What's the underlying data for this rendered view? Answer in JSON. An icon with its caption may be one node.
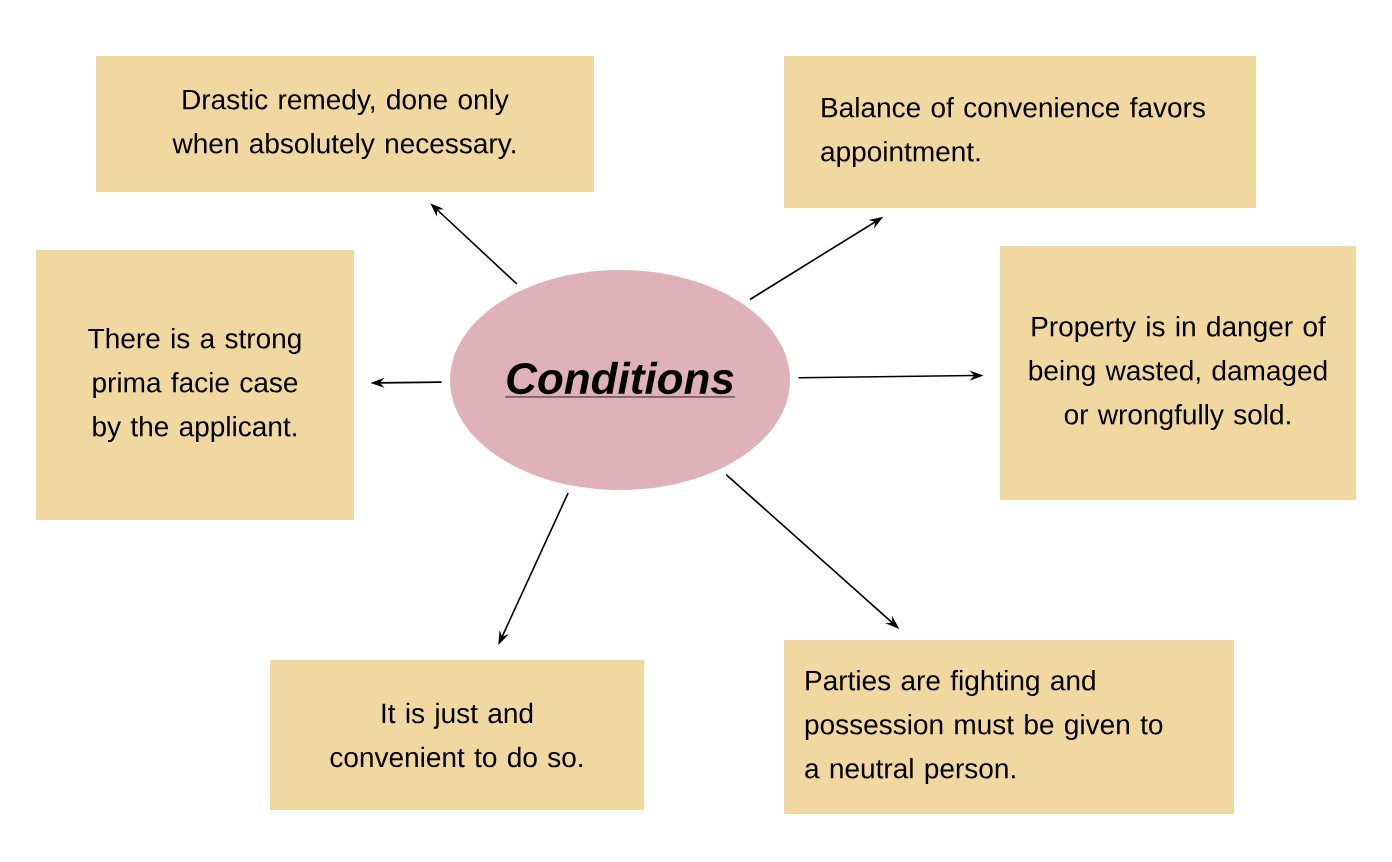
{
  "diagram": {
    "nodes": [
      {
        "text": [
          "Drastic remedy, done only when absolutely necessary."
        ]
      },
      {
        "text": [
          "Balance of convenience favors appointment."
        ]
      },
      {
        "text": [
          "There is a strong prima facie case by the applicant."
        ]
      },
      {
        "text": [
          "Conditions"
        ]
      },
      {
        "text": [
          "Property is in danger of being wasted, damaged or wrongfully sold."
        ]
      },
      {
        "text": [
          "It is just and convenient to do so."
        ]
      },
      {
        "text": [
          "Parties are fighting and possession must be given to a neutral person."
        ]
      }
    ],
    "edges": [
      {
        "from": 3,
        "to": 0,
        "arrow": "to"
      },
      {
        "from": 3,
        "to": 1,
        "arrow": "to"
      },
      {
        "from": 3,
        "to": 2,
        "arrow": "to"
      },
      {
        "from": 3,
        "to": 4,
        "arrow": "to"
      },
      {
        "from": 3,
        "to": 5,
        "arrow": "to"
      },
      {
        "from": 3,
        "to": 6,
        "arrow": "to"
      }
    ]
  }
}
